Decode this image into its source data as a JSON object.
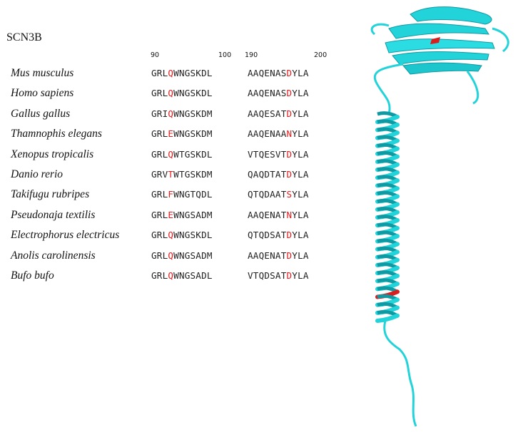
{
  "title": "SCN3B",
  "positions": {
    "left_start": "90",
    "left_end": "100",
    "right_start": "190",
    "right_end": "200"
  },
  "colors": {
    "highlight": "#e41a1c",
    "structure": "#22d3d9",
    "structure_dark": "#0f9aa3",
    "mutation_site": "#d81f1f"
  },
  "alignment": [
    {
      "species": "Mus musculus",
      "left": [
        "GRL",
        "Q",
        "WNGSKDL"
      ],
      "right": [
        "AAQENAS",
        "D",
        "YLA"
      ]
    },
    {
      "species": "Homo sapiens",
      "left": [
        "GRL",
        "Q",
        "WNGSKDL"
      ],
      "right": [
        "AAQENAS",
        "D",
        "YLA"
      ]
    },
    {
      "species": "Gallus gallus",
      "left": [
        "GRI",
        "Q",
        "WNGSKDM"
      ],
      "right": [
        "AAQESAT",
        "D",
        "YLA"
      ]
    },
    {
      "species": "Thamnophis elegans",
      "left": [
        "GRL",
        "E",
        "WNGSKDM"
      ],
      "right": [
        "AAQENAA",
        "N",
        "YLA"
      ]
    },
    {
      "species": "Xenopus tropicalis",
      "left": [
        "GRL",
        "Q",
        "WTGSKDL"
      ],
      "right": [
        "VTQESVT",
        "D",
        "YLA"
      ]
    },
    {
      "species": "Danio rerio",
      "left": [
        "GRV",
        "T",
        "WTGSKDM"
      ],
      "right": [
        "QAQDTAT",
        "D",
        "YLA"
      ]
    },
    {
      "species": "Takifugu rubripes",
      "left": [
        "GRL",
        "F",
        "WNGTQDL"
      ],
      "right": [
        "QTQDAAT",
        "S",
        "YLA"
      ]
    },
    {
      "species": "Pseudonaja textilis",
      "left": [
        "GRL",
        "E",
        "WNGSADM"
      ],
      "right": [
        "AAQENAT",
        "N",
        "YLA"
      ]
    },
    {
      "species": "Electrophorus electricus",
      "left": [
        "GRL",
        "Q",
        "WNGSKDL"
      ],
      "right": [
        "QTQDSAT",
        "D",
        "YLA"
      ]
    },
    {
      "species": "Anolis carolinensis",
      "left": [
        "GRL",
        "Q",
        "WNGSADM"
      ],
      "right": [
        "AAQENAT",
        "D",
        "YLA"
      ]
    },
    {
      "species": "Bufo bufo",
      "left": [
        "GRL",
        "Q",
        "WNGSADL"
      ],
      "right": [
        "VTQDSAT",
        "D",
        "YLA"
      ]
    }
  ]
}
